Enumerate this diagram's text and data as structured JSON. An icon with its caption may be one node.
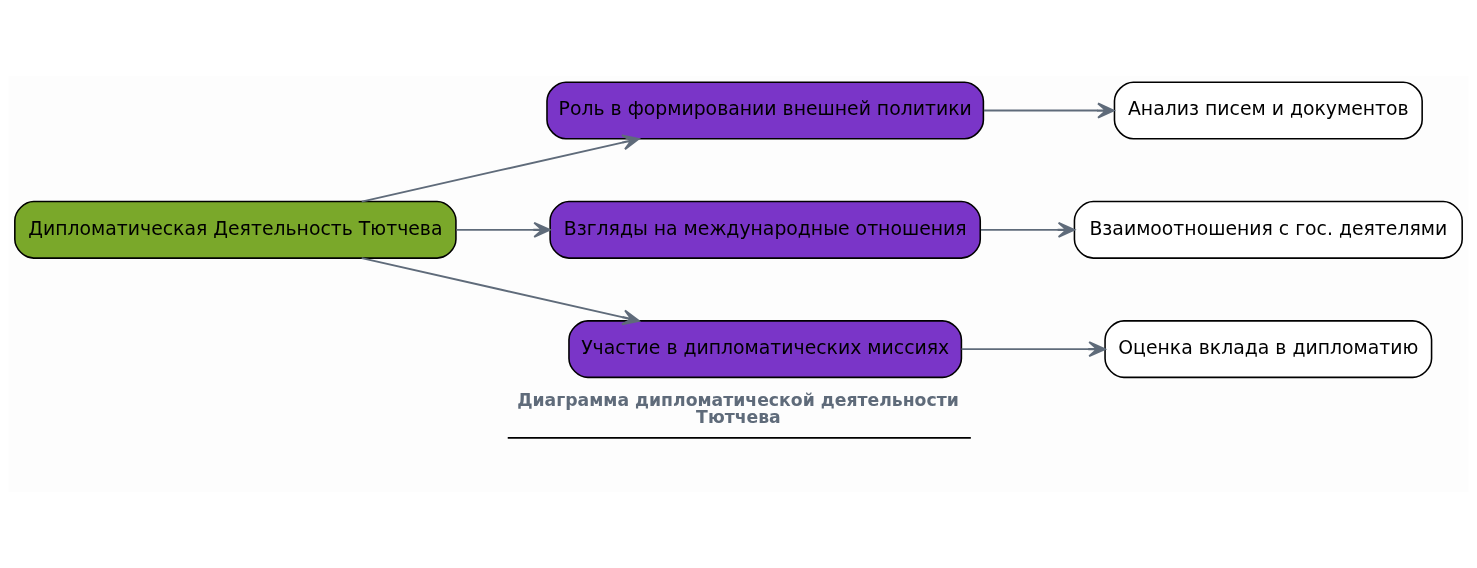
{
  "diagram": {
    "title": "Диаграмма дипломатической деятельности Тютчева",
    "nodes": [
      {
        "text": [
          "Дипломатическая Деятельность Тютчева"
        ]
      },
      {
        "text": [
          "Роль в формировании внешней политики"
        ]
      },
      {
        "text": [
          "Взгляды на международные отношения"
        ]
      },
      {
        "text": [
          "Участие в дипломатических миссиях"
        ]
      },
      {
        "text": [
          "Анализ писем и документов"
        ]
      },
      {
        "text": [
          "Взаимоотношения с гос. деятелями"
        ]
      },
      {
        "text": [
          "Оценка вклада в дипломатию"
        ]
      }
    ],
    "edges": [
      {
        "from": 0,
        "to": 1,
        "arrow": "to"
      },
      {
        "from": 0,
        "to": 2,
        "arrow": "to"
      },
      {
        "from": 0,
        "to": 3,
        "arrow": "to"
      },
      {
        "from": 1,
        "to": 4,
        "arrow": "to"
      },
      {
        "from": 2,
        "to": 5,
        "arrow": "to"
      },
      {
        "from": 3,
        "to": 6,
        "arrow": "to"
      }
    ]
  }
}
